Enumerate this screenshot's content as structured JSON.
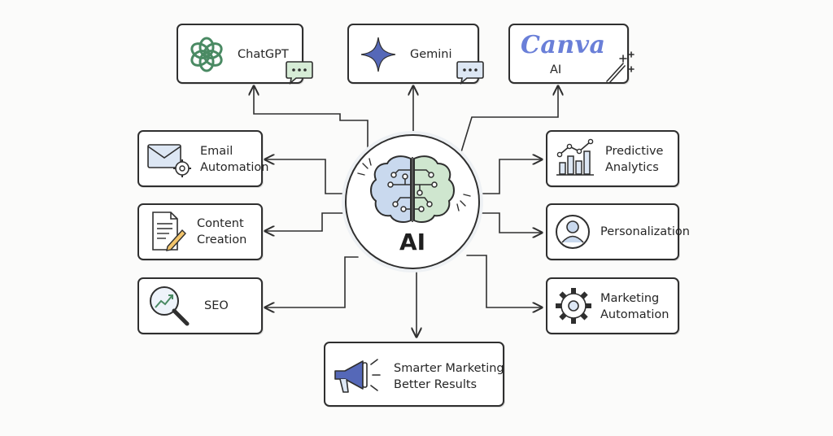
{
  "hub": {
    "label": "AI"
  },
  "tools": {
    "chatgpt": {
      "label": "ChatGPT"
    },
    "gemini": {
      "label": "Gemini"
    },
    "canva": {
      "wordmark": "Canva",
      "label": "AI"
    }
  },
  "left_features": [
    {
      "lines": [
        "Email",
        "Automation"
      ]
    },
    {
      "lines": [
        "Content",
        "Creation"
      ]
    },
    {
      "lines": [
        "SEO"
      ]
    }
  ],
  "right_features": [
    {
      "lines": [
        "Predictive",
        "Analytics"
      ]
    },
    {
      "lines": [
        "Personalization"
      ]
    },
    {
      "lines": [
        "Marketing",
        "Automation"
      ]
    }
  ],
  "outcome": {
    "lines": [
      "Smarter Marketing",
      "Better Results"
    ]
  },
  "colors": {
    "line": "#2f2f2f",
    "brain_left": "#c9d9ee",
    "brain_right": "#cfe6cf",
    "accent_blue": "#5568b8",
    "canva": "#6a7fd8",
    "chatgpt_green": "#4a8a63",
    "bubble_green": "#d6ecd6"
  },
  "icons": {
    "chatgpt": "openai-logo-icon",
    "gemini": "gemini-star-icon",
    "canva": "magic-wand-icon",
    "email": "envelope-gear-icon",
    "content": "document-pencil-icon",
    "seo": "magnifier-trend-icon",
    "analytics": "bar-chart-trend-icon",
    "personalization": "user-circle-icon",
    "marketing_automation": "gear-icon",
    "outcome": "megaphone-icon",
    "hub": "brain-circuit-icon"
  }
}
